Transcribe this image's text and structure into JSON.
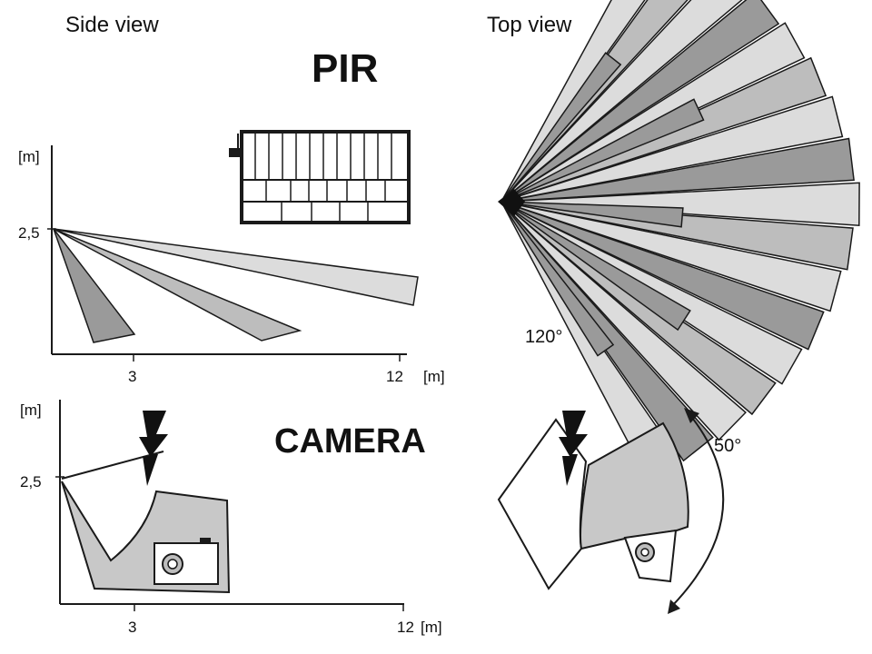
{
  "views": {
    "side": "Side view",
    "top": "Top view"
  },
  "pir": {
    "title": "PIR",
    "side": {
      "y_axis_unit": "[m]",
      "x_axis_unit": "[m]",
      "height_label": "2,5",
      "x_tick_1": "3",
      "x_tick_2": "12"
    },
    "top": {
      "angle_label": "120°"
    }
  },
  "camera": {
    "title": "CAMERA",
    "side": {
      "y_axis_unit": "[m]",
      "x_axis_unit": "[m]",
      "height_label": "2,5",
      "x_tick_1": "3",
      "x_tick_2": "12"
    },
    "top": {
      "angle_label": "50°"
    }
  },
  "colors": {
    "beam_light": "#dcdcdc",
    "beam_mid": "#bdbdbd",
    "beam_dark": "#9a9a9a",
    "camera_zone": "#c8c8c8",
    "outline": "#1a1a1a"
  }
}
